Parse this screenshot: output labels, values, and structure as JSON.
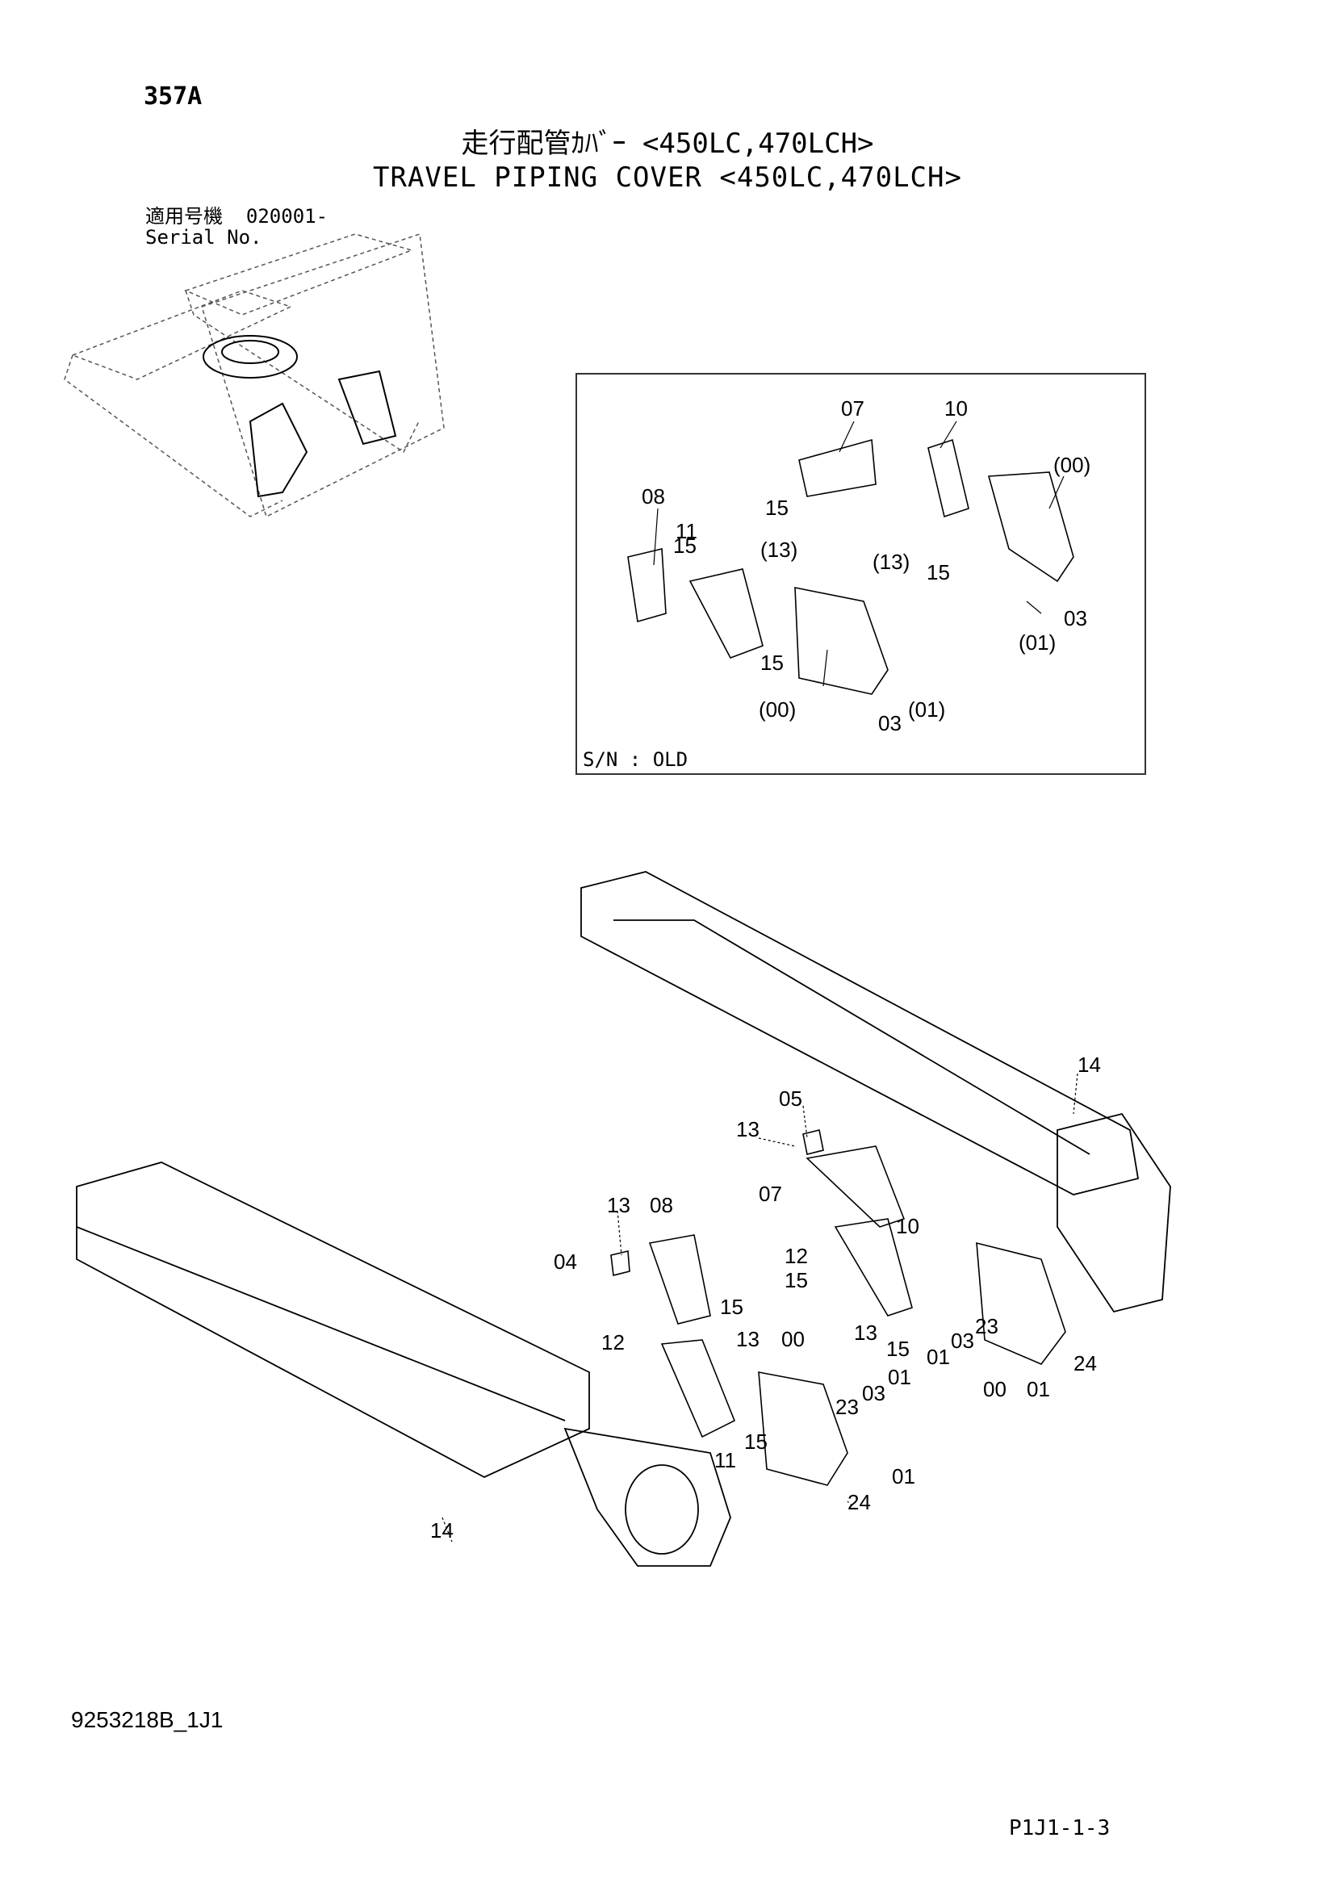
{
  "header": {
    "page_id": "357A",
    "title_jp": "走行配管ｶﾊﾞｰ <450LC,470LCH>",
    "title_en": "TRAVEL PIPING COVER <450LC,470LCH>",
    "serial_label_jp": "適用号機",
    "serial_value": "020001-",
    "serial_label_en": "Serial No."
  },
  "inset": {
    "caption": "S/N : OLD",
    "labels": [
      "07",
      "10",
      "(00)",
      "08",
      "15",
      "11",
      "(13)",
      "15",
      "(13)",
      "15",
      "03",
      "(01)",
      "15",
      "(00)",
      "03",
      "(01)"
    ]
  },
  "main_labels": [
    "14",
    "05",
    "13",
    "07",
    "13",
    "08",
    "04",
    "10",
    "12",
    "15",
    "15",
    "12",
    "13",
    "00",
    "13",
    "15",
    "01",
    "03",
    "23",
    "01",
    "03",
    "23",
    "15",
    "11",
    "24",
    "00",
    "01",
    "14",
    "24",
    "01"
  ],
  "footer": {
    "drawing_number": "9253218B_1J1",
    "page_number": "P1J1-1-3"
  }
}
